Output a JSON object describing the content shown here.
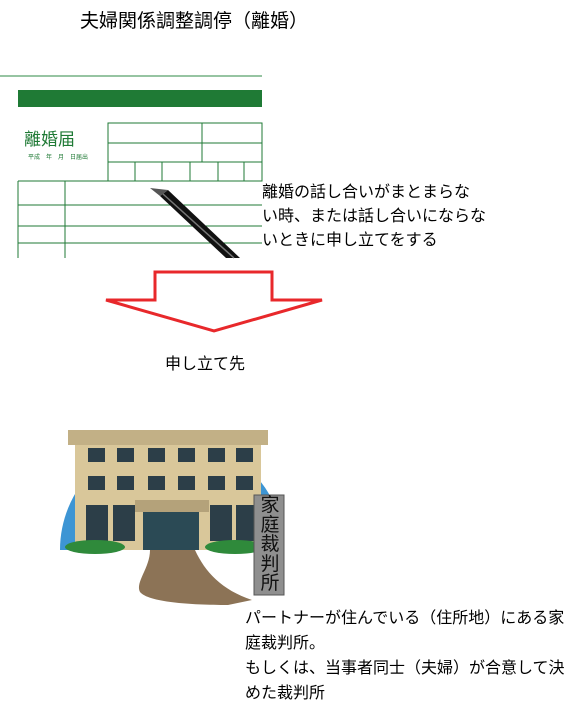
{
  "title": "夫婦関係調整調停（離婚）",
  "form": {
    "name": "離婚届",
    "date_line": "平成　年　月　日届出"
  },
  "description_lines": [
    "離婚の話し合いがまとまらな",
    "い時、または話し合いにならな",
    "いときに申し立てをする"
  ],
  "arrow_color": "#e8282b",
  "destination_label": "申し立て先",
  "court_sign_chars": [
    "家",
    "庭",
    "裁",
    "判",
    "所"
  ],
  "bottom_text_lines": [
    "パートナーが住んでいる（住所地）にある家",
    "庭裁判所。",
    "もしくは、当事者同士（夫婦）が合意して決",
    "めた裁判所"
  ],
  "colors": {
    "form_green": "#1f7a35",
    "sky_blue": "#3d95d4",
    "path_brown": "#8c7356",
    "building_beige": "#d9c79a"
  }
}
